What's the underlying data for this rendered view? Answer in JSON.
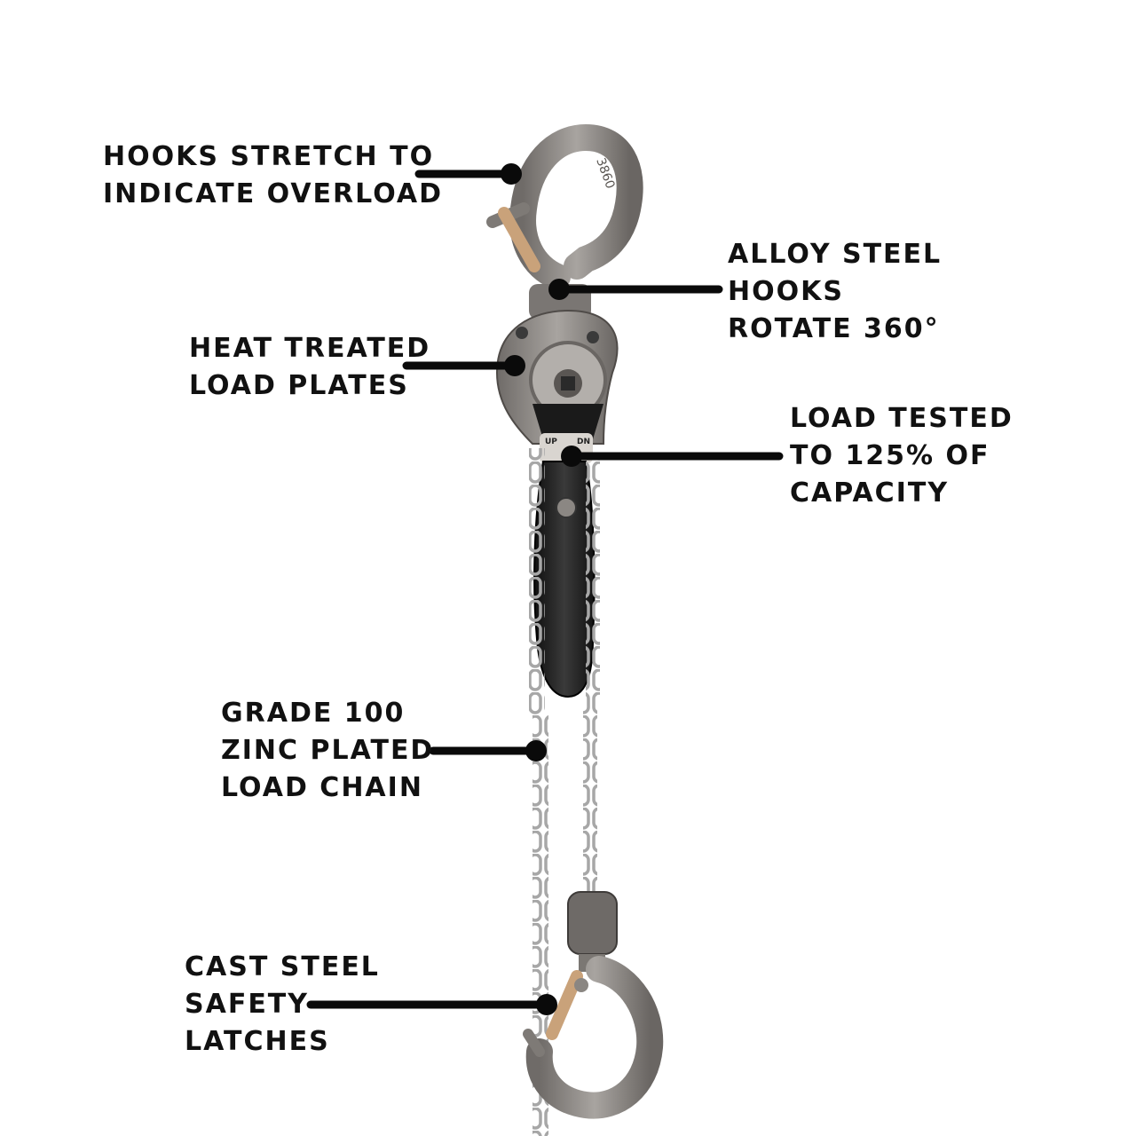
{
  "callouts": {
    "hooks_stretch": [
      "HOOKS STRETCH TO",
      "INDICATE OVERLOAD"
    ],
    "alloy_steel": [
      "ALLOY STEEL",
      "HOOKS",
      "ROTATE 360°"
    ],
    "heat_treated": [
      "HEAT TREATED",
      "LOAD PLATES"
    ],
    "load_tested": [
      "LOAD TESTED",
      "TO 125% OF",
      "CAPACITY"
    ],
    "grade_100": [
      "GRADE 100",
      "ZINC PLATED",
      "LOAD CHAIN"
    ],
    "cast_steel": [
      "CAST STEEL",
      "SAFETY",
      "LATCHES"
    ]
  },
  "product_marks": {
    "hook_stamp": "3860",
    "selector_up": "UP",
    "selector_down": "DN"
  },
  "colors": {
    "leader": "#0a0a0a",
    "steel": "#8d8985",
    "steel_dark": "#5e5a57",
    "handle": "#1e1e1e",
    "latch": "#c9a27a"
  }
}
